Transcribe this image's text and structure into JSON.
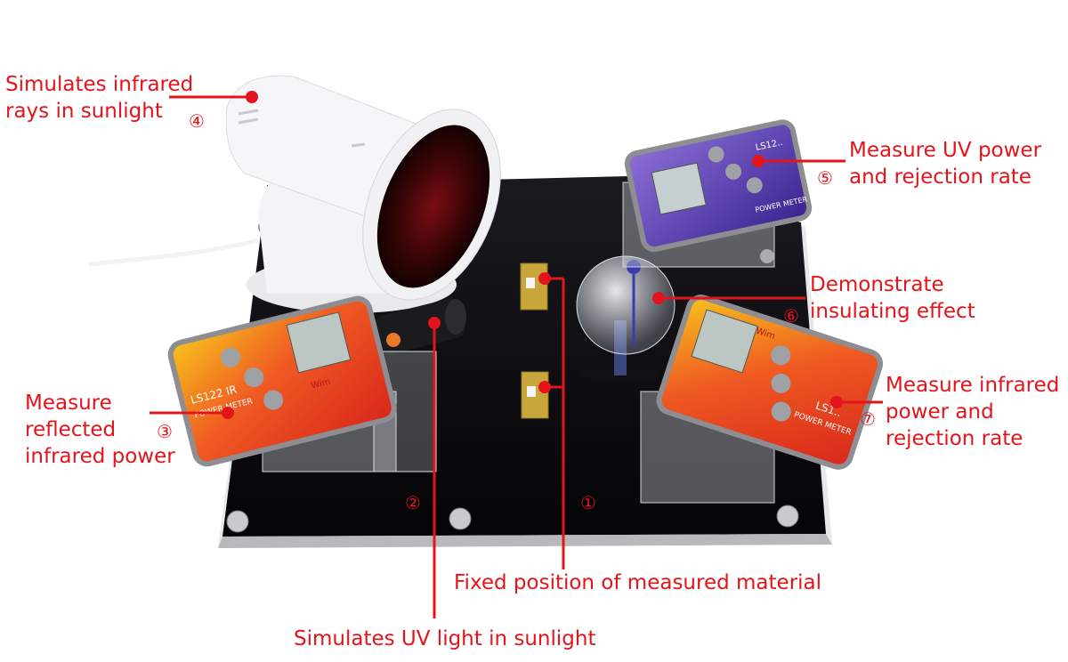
{
  "colors": {
    "callout": "#e3141b",
    "board": "#0c0c0e",
    "meter_ir": "#e84a1f",
    "meter_uv": "#5a3aa8",
    "lamp": "#f2f2f2"
  },
  "callouts": {
    "c4": {
      "line1": "Simulates infrared",
      "line2": "rays in sunlight",
      "num": "④"
    },
    "c5": {
      "line1": "Measure UV power",
      "line2": "and rejection rate",
      "num": "⑤"
    },
    "c6": {
      "line1": "Demonstrate",
      "line2": "insulating effect",
      "num": "⑥"
    },
    "c3": {
      "line1": "Measure",
      "line2": "reflected",
      "line3": "infrared power",
      "num": "③"
    },
    "c7": {
      "line1": "Measure infrared",
      "line2": "power and",
      "line3": "rejection rate",
      "num": "⑦"
    },
    "c2": {
      "num": "②"
    },
    "c1": {
      "num": "①"
    },
    "fixed": {
      "text": "Fixed position of measured material"
    },
    "uv": {
      "text": "Simulates UV light in sunlight"
    }
  },
  "device_text": {
    "meter_left_model": "LS122 IR",
    "meter_left_sub": "POWER METER",
    "meter_right_model": "LS1..",
    "meter_right_sub": "POWER METER",
    "uv_meter_model": "LS12..",
    "uv_meter_sub": "POWER METER",
    "brand": "Wim"
  }
}
